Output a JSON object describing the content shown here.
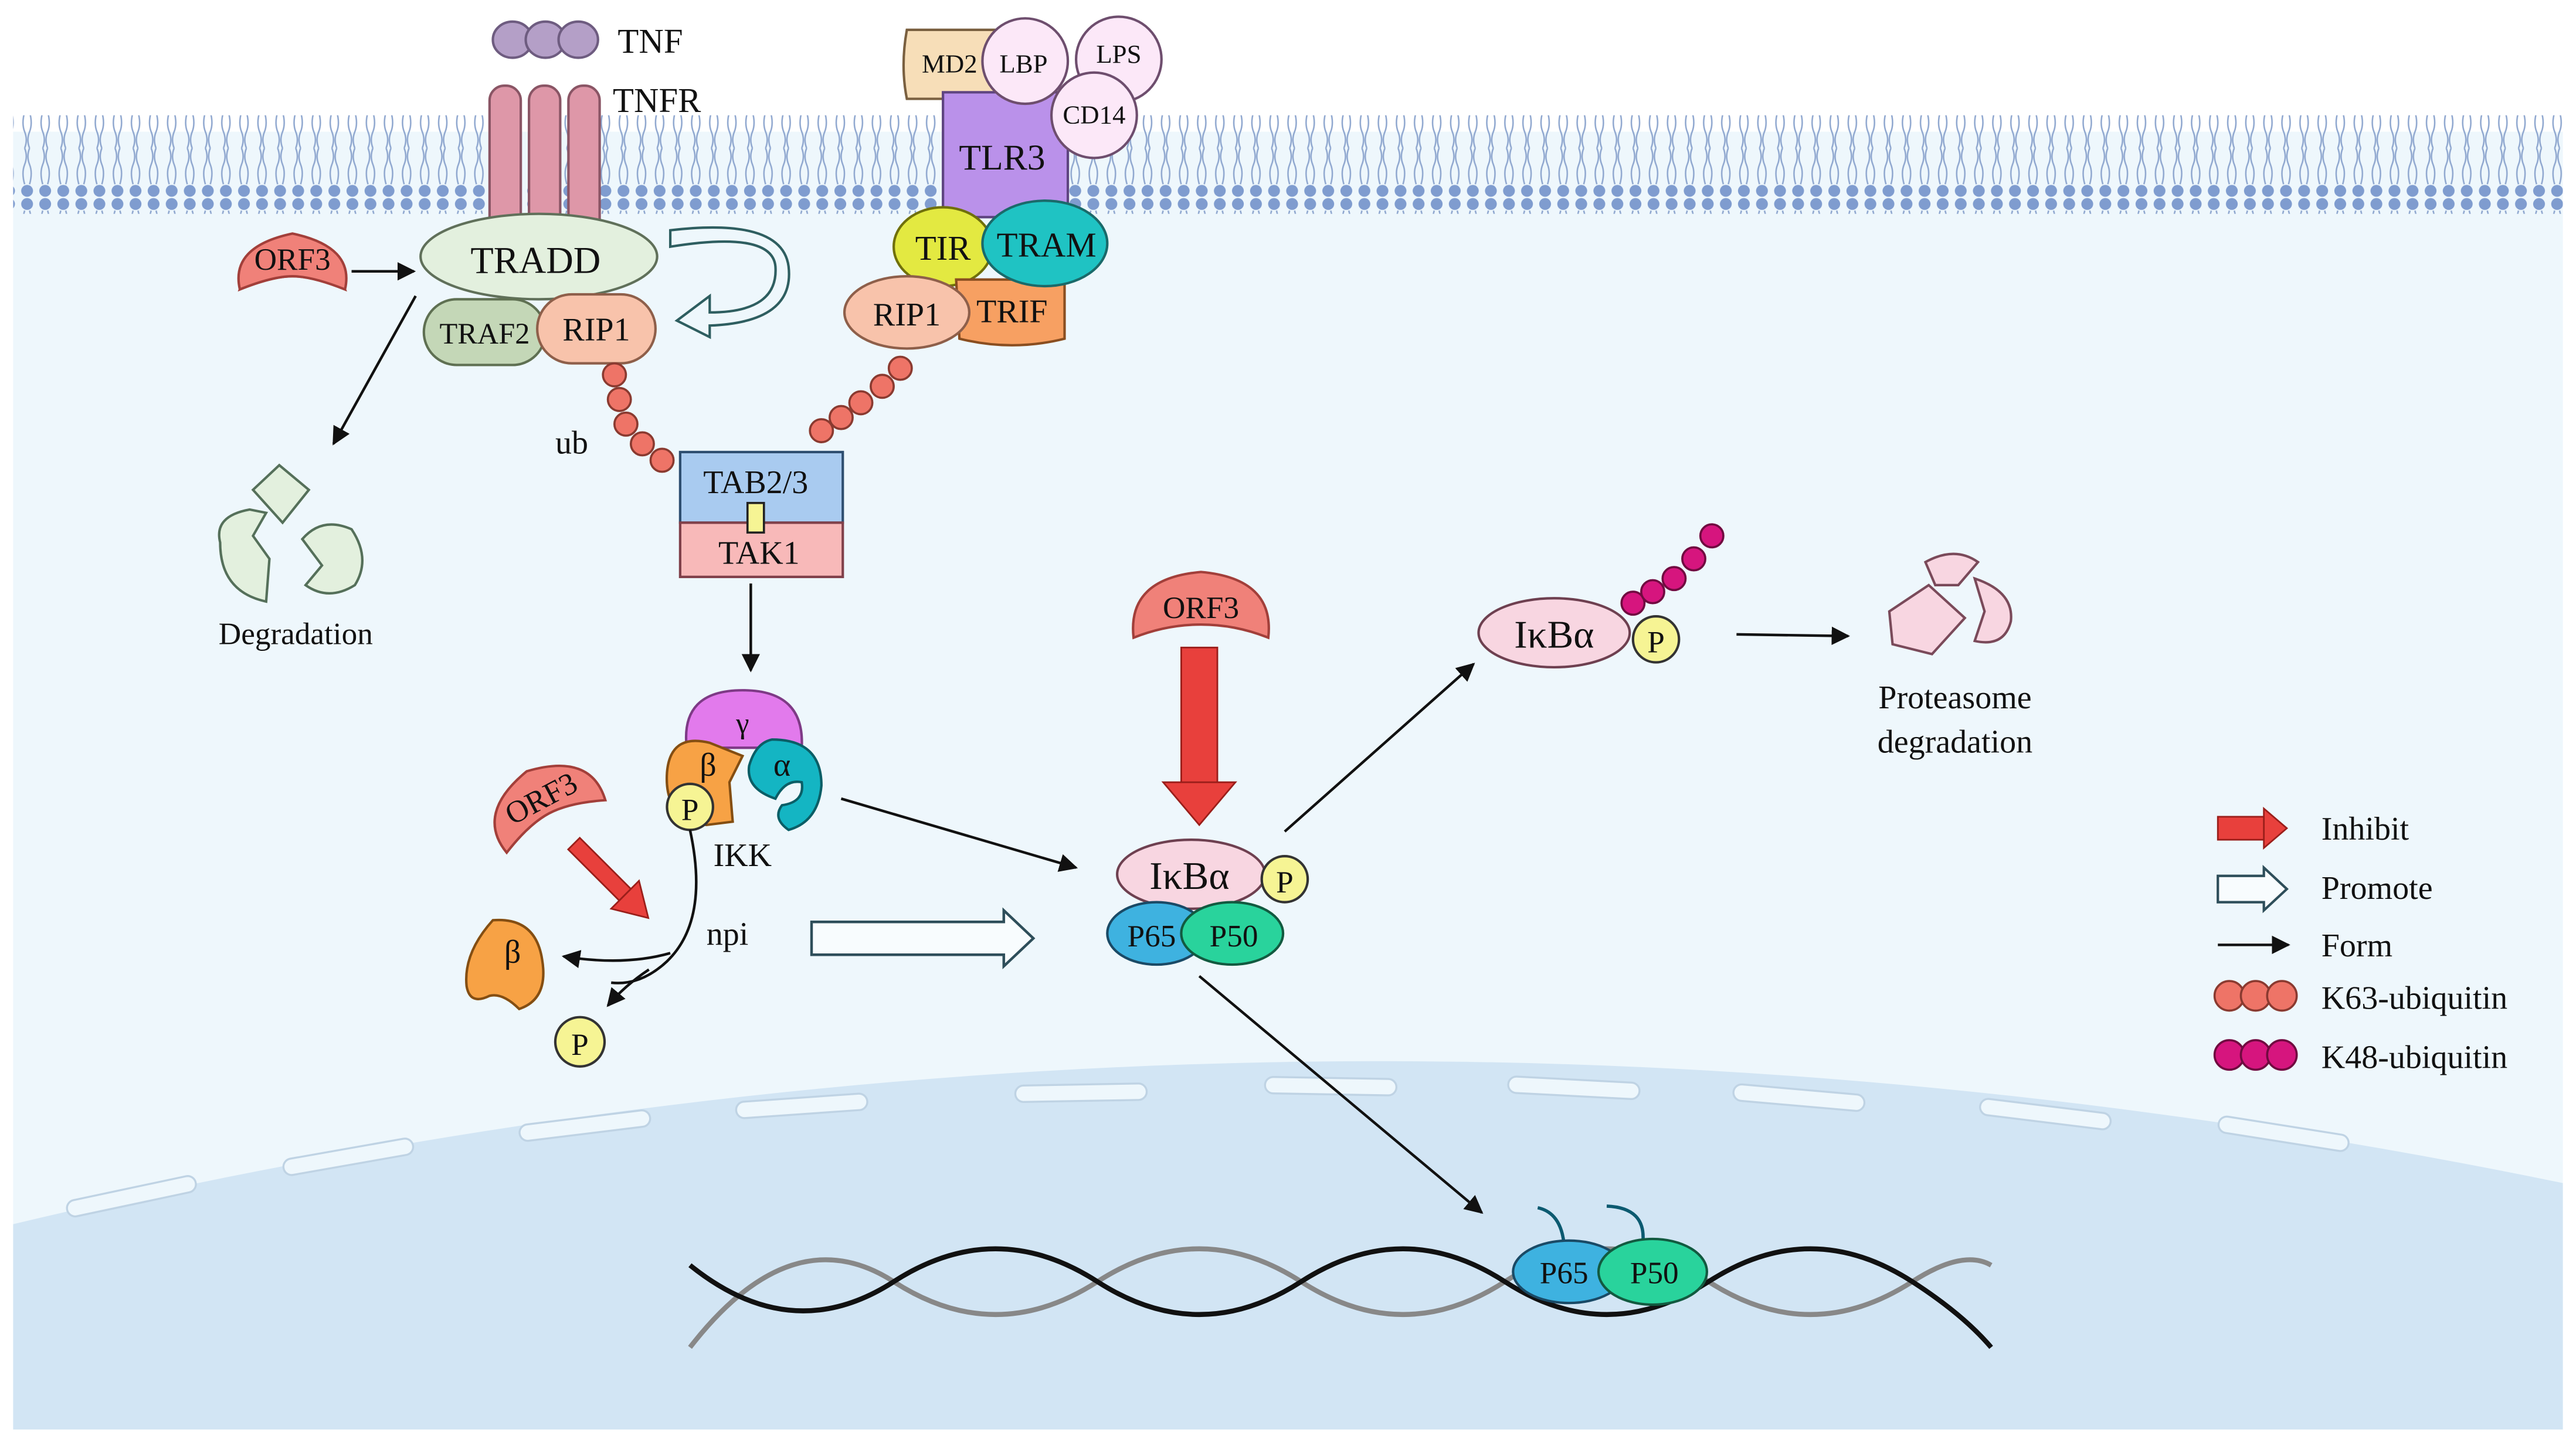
{
  "labels": {
    "tnf": "TNF",
    "tnfr": "TNFR",
    "tradd": "TRADD",
    "traf2": "TRAF2",
    "rip1_tnf": "RIP1",
    "orf3_top": "ORF3",
    "degradation": "Degradation",
    "ub": "ub",
    "md2": "MD2",
    "lbp": "LBP",
    "lps": "LPS",
    "cd14": "CD14",
    "tlr3": "TLR3",
    "tir": "TIR",
    "tram": "TRAM",
    "rip1_tlr": "RIP1",
    "trif": "TRIF",
    "tab23": "TAB2/3",
    "tak1": "TAK1",
    "ikk_gamma": "γ",
    "ikk_beta": "β",
    "ikk_alpha": "α",
    "ikk_p": "P",
    "ikk": "IKK",
    "orf3_mid": "ORF3",
    "beta_free": "β",
    "p_free": "P",
    "npi": "npi",
    "orf3_center": "ORF3",
    "ikba_center": "IκBα",
    "p_center": "P",
    "p65_center": "P65",
    "p50_center": "P50",
    "ikba_right": "IκBα",
    "p_right": "P",
    "proteasome_line1": "Proteasome",
    "proteasome_line2": "degradation",
    "p65_nuc": "P65",
    "p50_nuc": "P50"
  },
  "legend": [
    {
      "label": "Inhibit",
      "icon": "red-block-arrow-icon"
    },
    {
      "label": "Promote",
      "icon": "hollow-arrow-icon"
    },
    {
      "label": "Form",
      "icon": "thin-arrow-icon"
    },
    {
      "label": "K63-ubiquitin",
      "icon": "k63-ubiquitin-icon"
    },
    {
      "label": "K48-ubiquitin",
      "icon": "k48-ubiquitin-icon"
    }
  ],
  "colors": {
    "membrane_head": "#7F9CCF",
    "cytoplasm": "#EEF7FC",
    "nucleus": "#D2E5F4",
    "tnfr": "#DE97A8",
    "tradd": "#E3F0DE",
    "traf2": "#C4D7B7",
    "rip1": "#F8C3AB",
    "orf3": "#F08179",
    "tlr3": "#BA91EA",
    "tir": "#E3E941",
    "tram": "#1FC3C3",
    "trif": "#F7A062",
    "tab": "#A9CBF0",
    "tak1": "#F8B9B9",
    "k63": "#EE7467",
    "k48": "#D6157E",
    "ikba": "#F8D6E1",
    "p": "#F6F494",
    "p65": "#3EB2E0",
    "p50": "#29D39C",
    "inhibit": "#E8403C"
  }
}
